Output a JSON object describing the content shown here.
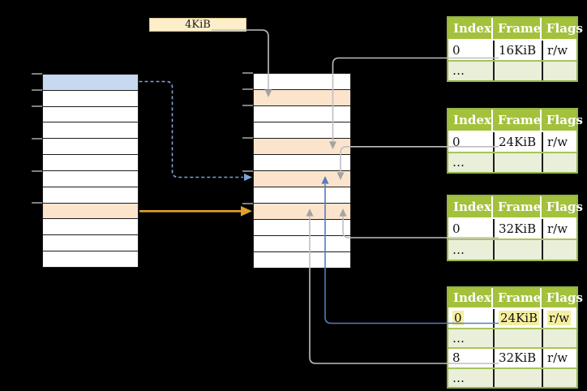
{
  "page_size_label": {
    "text": "4KiB"
  },
  "memory_columns": {
    "left": {
      "rows": [
        "blue",
        "white",
        "white",
        "white",
        "white",
        "white",
        "white",
        "white",
        "orange",
        "white",
        "white",
        "white"
      ]
    },
    "middle": {
      "rows": [
        "white",
        "orange",
        "white",
        "white",
        "orange",
        "white",
        "orange",
        "white",
        "orange",
        "white",
        "white",
        "white"
      ]
    },
    "tick_indices": [
      0,
      1,
      2,
      4,
      6,
      8
    ]
  },
  "frame_tables": [
    {
      "headers": [
        "Index",
        "Frame",
        "Flags"
      ],
      "rows": [
        {
          "cells": [
            "0",
            "16KiB",
            "r/w"
          ]
        },
        {
          "cells": [
            "…",
            "",
            ""
          ]
        }
      ]
    },
    {
      "headers": [
        "Index",
        "Frame",
        "Flags"
      ],
      "rows": [
        {
          "cells": [
            "0",
            "24KiB",
            "r/w"
          ]
        },
        {
          "cells": [
            "…",
            "",
            ""
          ]
        }
      ]
    },
    {
      "headers": [
        "Index",
        "Frame",
        "Flags"
      ],
      "rows": [
        {
          "cells": [
            "0",
            "32KiB",
            "r/w"
          ]
        },
        {
          "cells": [
            "…",
            "",
            ""
          ]
        }
      ]
    },
    {
      "headers": [
        "Index",
        "Frame",
        "Flags"
      ],
      "rows": [
        {
          "cells": [
            "0",
            "24KiB",
            "r/w"
          ],
          "highlighted": true
        },
        {
          "cells": [
            "…",
            "",
            ""
          ]
        },
        {
          "cells": [
            "8",
            "32KiB",
            "r/w"
          ]
        },
        {
          "cells": [
            "…",
            "",
            ""
          ]
        }
      ]
    }
  ],
  "colors": {
    "header_green": "#a3c13b",
    "table_border_green": "#95b54b",
    "row_separator_green": "#a8c45c",
    "ellipsis_row_green": "#e9efd8",
    "page_blue": "#c7d9f0",
    "page_orange": "#fce4cc",
    "highlight_yellow": "#f5ef9d",
    "label_cream": "#fdeeca",
    "gray_line": "#bfbfbf",
    "gray_head": "#a3a3a3",
    "dashed_blue": "#7da4d6",
    "solid_blue": "#567cbe",
    "orange_arrow": "#dfa02b"
  }
}
